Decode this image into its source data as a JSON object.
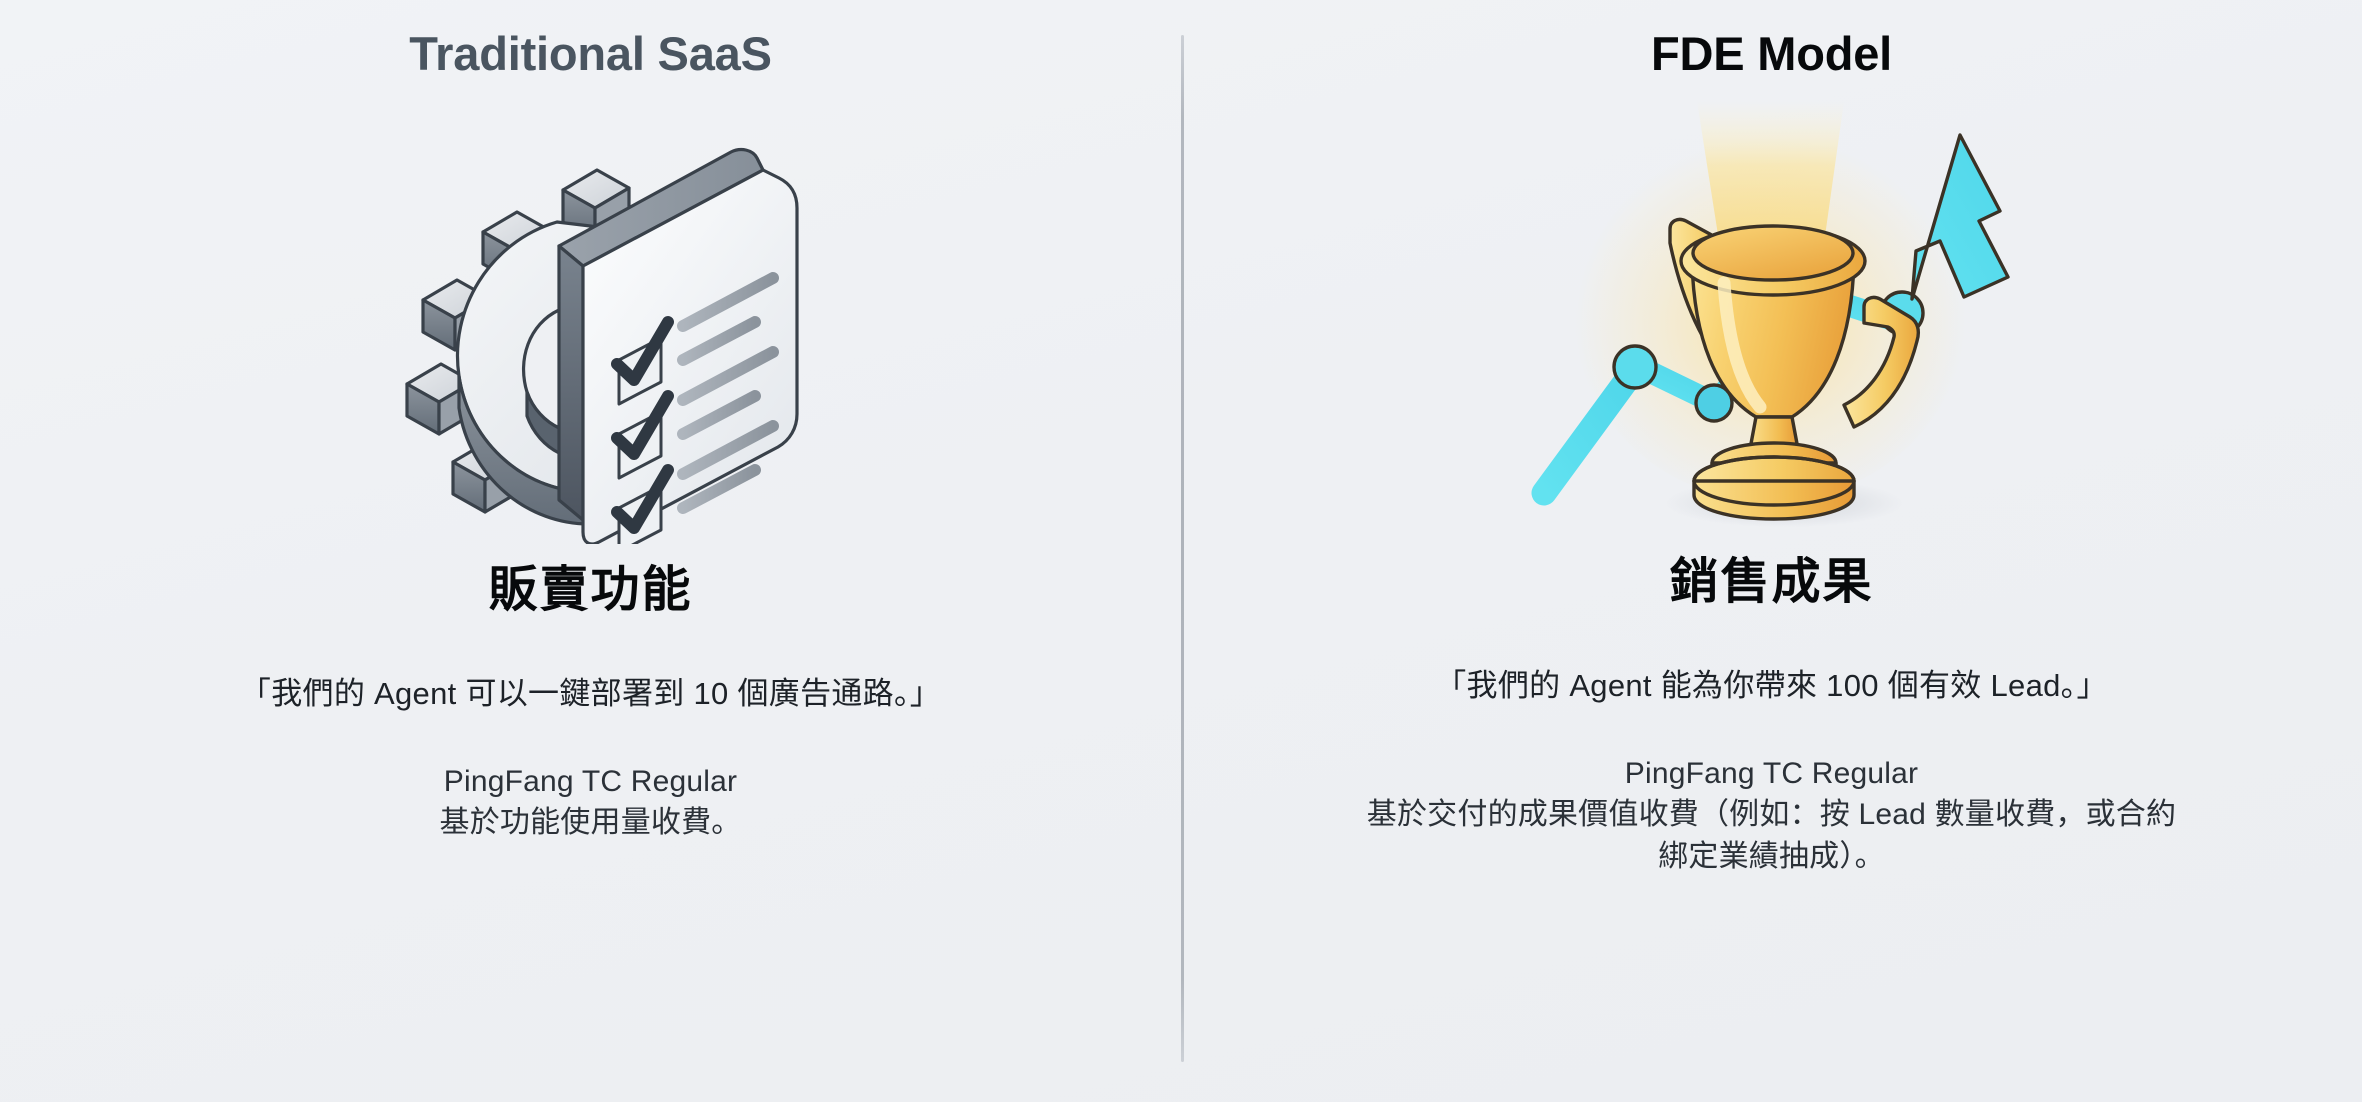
{
  "background_color": "#eff1f4",
  "divider": {
    "color": "#b2b7be"
  },
  "columns": [
    {
      "id": "traditional-saas",
      "title": "Traditional SaaS",
      "title_color": "#4a5560",
      "illustration": "gear-checklist-icon",
      "headline": "販賣功能",
      "quote": "「我們的 Agent 可以一鍵部署到 10 個廣告通路。」",
      "note_font": "PingFang TC Regular",
      "note_body": "基於功能使用量收費。"
    },
    {
      "id": "fde-model",
      "title": "FDE Model",
      "title_color": "#07090b",
      "illustration": "trophy-growth-arrow-icon",
      "headline": "銷售成果",
      "quote": "「我們的 Agent 能為你帶來 100 個有效 Lead。」",
      "note_font": "PingFang TC Regular",
      "note_body": "基於交付的成果價值收費（例如：按 Lead 數量收費，或合約綁定業績抽成）。"
    }
  ],
  "palette": {
    "gear_light": "#dcdfe3",
    "gear_mid": "#a7adb5",
    "gear_dark": "#5e6872",
    "outline": "#333b44",
    "trophy_gold_light": "#f7d87a",
    "trophy_gold": "#f2c14e",
    "trophy_gold_dark": "#e8a33d",
    "arrow_cyan": "#5fe0ef",
    "arrow_cyan_dark": "#2aa9c4",
    "glow": "#f8d97a"
  }
}
